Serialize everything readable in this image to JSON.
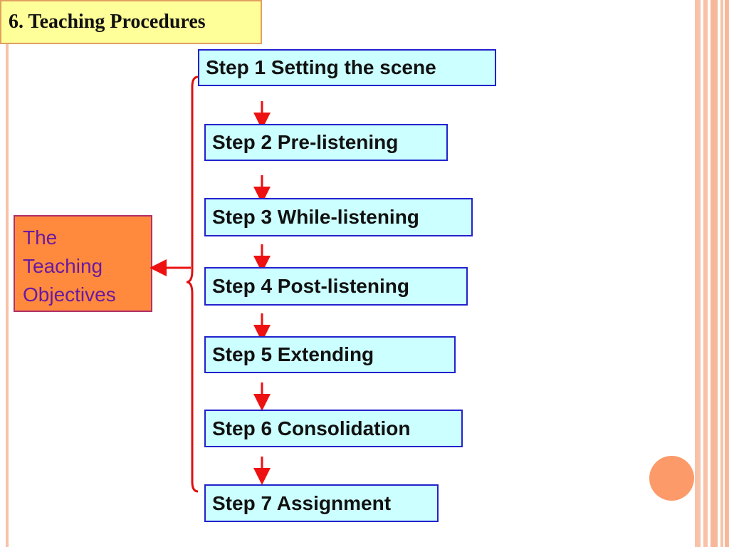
{
  "title": "6. Teaching Procedures",
  "objectives": {
    "lines": [
      "The",
      "Teaching",
      "Objectives"
    ]
  },
  "steps": [
    "Step 1 Setting the scene",
    "Step 2 Pre-listening",
    "Step 3 While-listening",
    "Step 4 Post-listening",
    "Step 5 Extending",
    "Step 6 Consolidation",
    "Step 7 Assignment"
  ],
  "colors": {
    "title_fill": "#ffff99",
    "objectives_fill": "#ff8a3d",
    "objectives_text": "#6a1aa0",
    "step_fill": "#ccffff",
    "step_border": "#2222cc",
    "arrow": "#ee1111",
    "brace": "#dd1111",
    "accent_stripe": "#f7b89a",
    "bubble": "#fd9a6a"
  }
}
